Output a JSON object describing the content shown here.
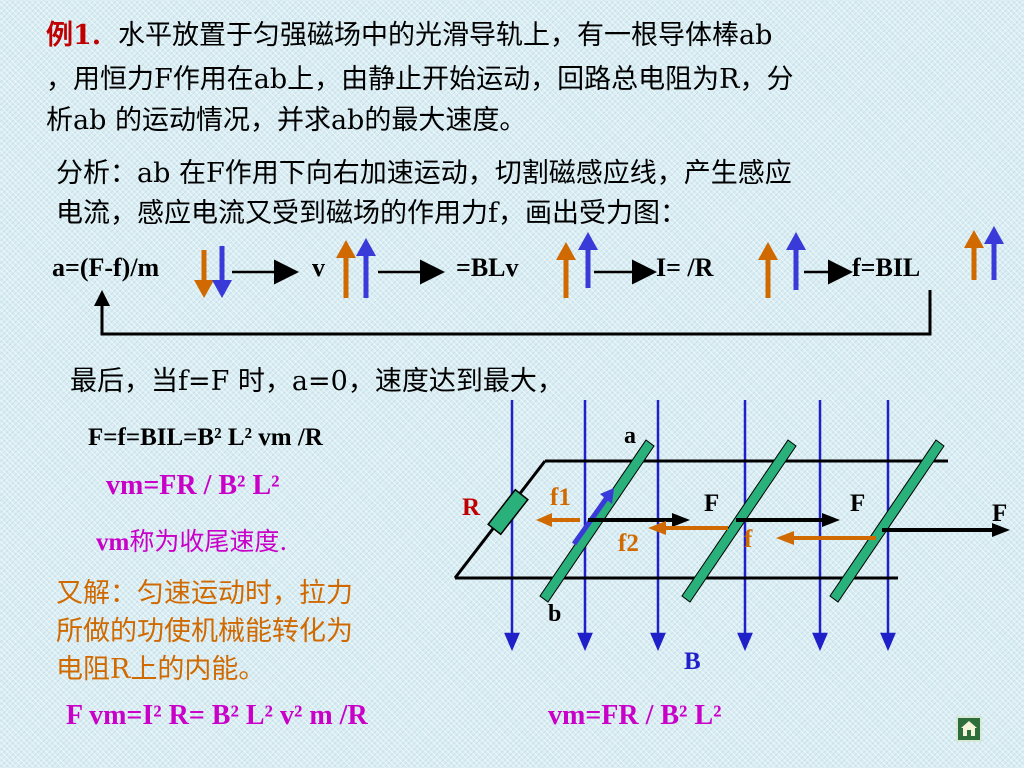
{
  "problem": {
    "label": "例1.",
    "line1": "水平放置于匀强磁场中的光滑导轨上，有一根导体棒ab",
    "line2": "，用恒力F作用在ab上，由静止开始运动，回路总电阻为R，分",
    "line3": "析ab 的运动情况，并求ab的最大速度。"
  },
  "analysis": {
    "line1": "分析：ab 在F作用下向右加速运动，切割磁感应线，产生感应",
    "line2": "电流，感应电流又受到磁场的作用力f，画出受力图："
  },
  "chain": {
    "t1": "a=(F-f)/m",
    "t2": "v",
    "t3": "=BLv",
    "t4": "I= /R",
    "t5": "f=BIL"
  },
  "conclusion": {
    "line": "最后，当f=F 时，a=0，速度达到最大，",
    "eq1": "F=f=BIL=B² L² vm /R",
    "eq2": "vm=FR / B² L²",
    "eq3_tail": "称为收尾速度.",
    "eq3_sym": "vm"
  },
  "alt": {
    "line1": "又解：匀速运动时，拉力",
    "line2": "所做的功使机械能转化为",
    "line3": "电阻R上的内能。"
  },
  "final": {
    "eq_left": "F vm=I² R= B² L² v² m /R",
    "eq_right": "vm=FR / B² L²"
  },
  "diagram": {
    "a": "a",
    "b": "b",
    "R": "R",
    "B": "B",
    "f1": "f1",
    "f2": "f2",
    "f": "f",
    "F1": "F",
    "F2": "F",
    "F3": "F"
  },
  "colors": {
    "rail": "#000000",
    "field": "#2020c8",
    "rod": "#2ab07a",
    "resistor": "#2ab07a",
    "force_f": "#d06a00",
    "up_orange": "#d06a00",
    "up_blue": "#3a3ad8"
  },
  "icons": {
    "home": "home-icon"
  }
}
